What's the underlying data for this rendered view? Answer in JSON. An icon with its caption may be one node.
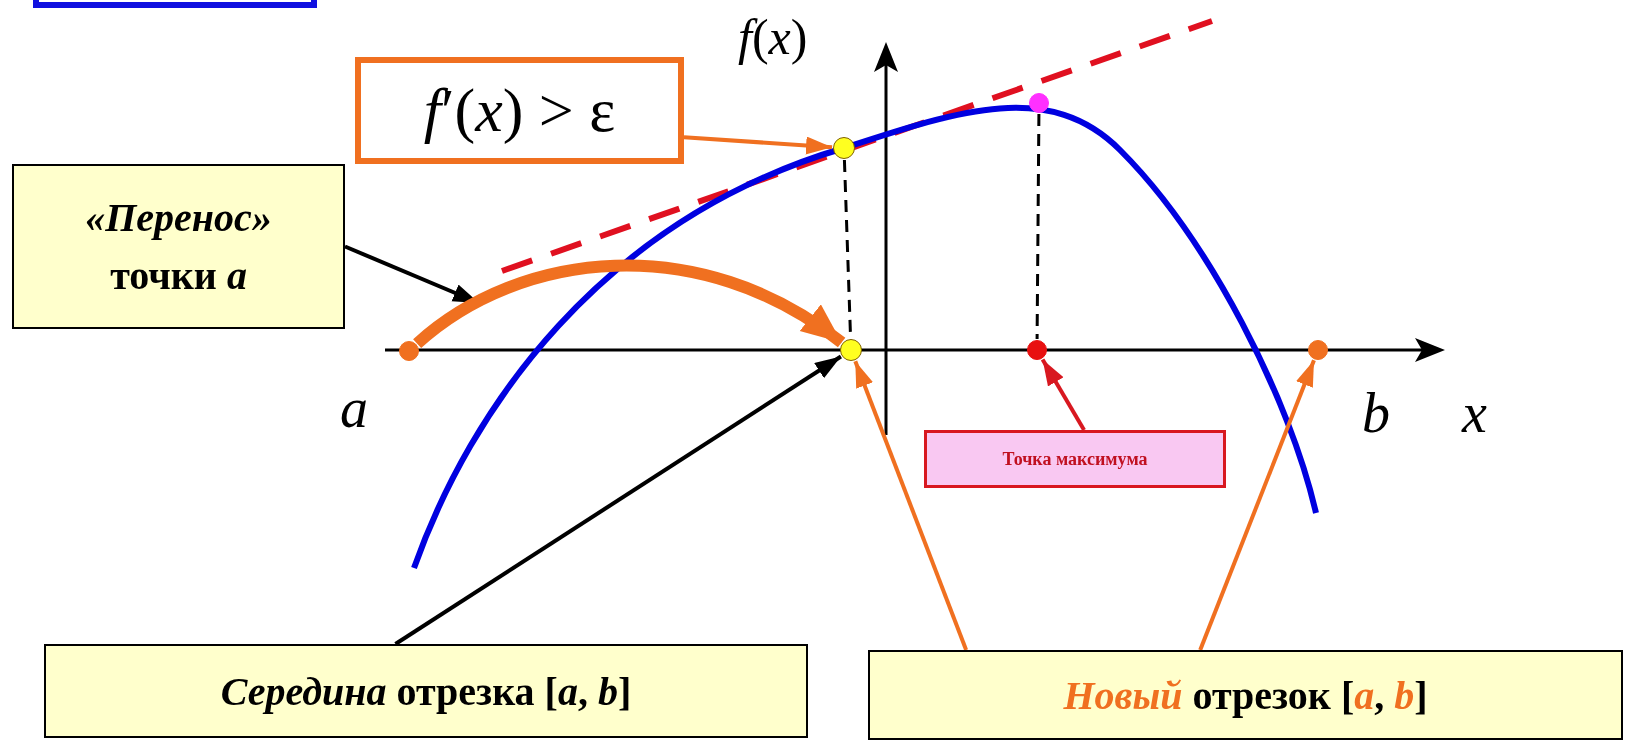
{
  "diagram": {
    "nodes": [
      {
        "text": [
          "*f*′(*x*) > ε"
        ]
      },
      {
        "text": [],
        "shape": "circle"
      },
      {
        "text": [
          "*«Перенос»* точки *a*"
        ]
      },
      {
        "text": [],
        "shape": "circle",
        "beside": [
          "a"
        ]
      },
      {
        "text": [],
        "shape": "circle"
      },
      {
        "text": [],
        "shape": "circle"
      },
      {
        "text": [],
        "shape": "circle",
        "beside": [
          "b"
        ]
      },
      {
        "text": [
          "Точка максимума"
        ]
      },
      {
        "text": [
          "*Середина* отрезка [*a*, *b*]"
        ]
      },
      {
        "text": [
          "*Новый* отрезок [*a*, *b*]"
        ]
      },
      {
        "text": [],
        "shape": "circle"
      }
    ],
    "edges": [
      {
        "from": 0,
        "to": 1,
        "arrow": "to"
      },
      {
        "from": 2,
        "to": null,
        "arrow": "to",
        "color": "#000000"
      },
      {
        "from": 3,
        "to": 4,
        "arrow": "to",
        "style": "thick"
      },
      {
        "from": 7,
        "to": 5,
        "arrow": "to",
        "color": "#d81820"
      },
      {
        "from": 8,
        "to": 4,
        "arrow": "to",
        "color": "#000000"
      },
      {
        "from": 9,
        "to": 4,
        "arrow": "to"
      },
      {
        "from": 9,
        "to": 6,
        "arrow": "to"
      },
      {
        "from": 1,
        "to": 4,
        "arrow": "none",
        "style": "dashed",
        "color": "#000000"
      },
      {
        "from": 10,
        "to": 5,
        "arrow": "none",
        "style": "dashed",
        "color": "#000000"
      }
    ],
    "labels": [
      "*f*(*x*)",
      "x"
    ]
  }
}
